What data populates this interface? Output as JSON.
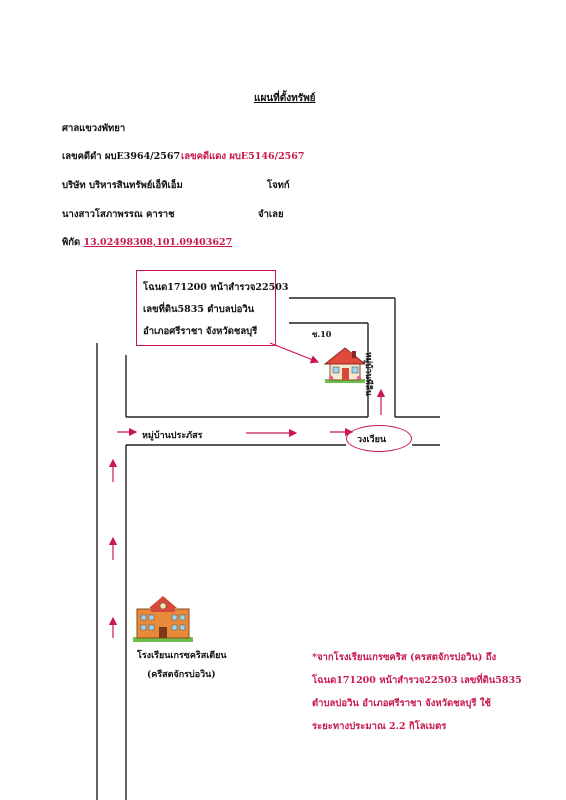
{
  "title": "แผนที่ตั้งทรัพย์",
  "court": "ศาลแขวงพัทยา",
  "case_black_label": "เลขคดีดำ ผบE3964/2567",
  "case_red_label": "เลขคดีแดง ผบE5146/2567",
  "plaintiff_name": "บริษัท บริหารสินทรัพย์เอ็ทิเอ็ม",
  "plaintiff_role": "โจทก์",
  "defendant_name": "นางสาวโสภาพรรณ คาราช",
  "defendant_role": "จำเลย",
  "coord_label": "พิกัด",
  "coordinates": "13.02498308,101.09403627",
  "map": {
    "property_box": [
      "โฉนด171200 หน้าสำรวจ22503",
      "เลขที่ดิน5835 ตำบลบ่อวิน",
      "อำเภอศรีราชา จังหวัดชลบุรี"
    ],
    "soi_label": "ซ.10",
    "village_road_label": "หมู่บ้านพีลิน",
    "main_road_label": "หมู่บ้านประภัสร",
    "roundabout_label": "วงเวียน",
    "school_name_1": "โรงเรียนเกรซคริสเตียน",
    "school_name_2": "(ครีสตจักรบ่อวิน)",
    "house_icon": "house-icon",
    "school_icon": "school-icon",
    "accent_color": "#c8194b"
  },
  "directions": [
    "*จากโรงเรียนเกรซคริส (ครสตจักรบ่อวิน) ถึง",
    "โฉนด171200 หน้าสำรวจ22503 เลขที่ดิน5835",
    "ตำบลบ่อวิน อำเภอศรีราชา จังหวัดชลบุรี ใช้",
    "ระยะทางประมาณ 2.2 กิโลเมตร"
  ]
}
